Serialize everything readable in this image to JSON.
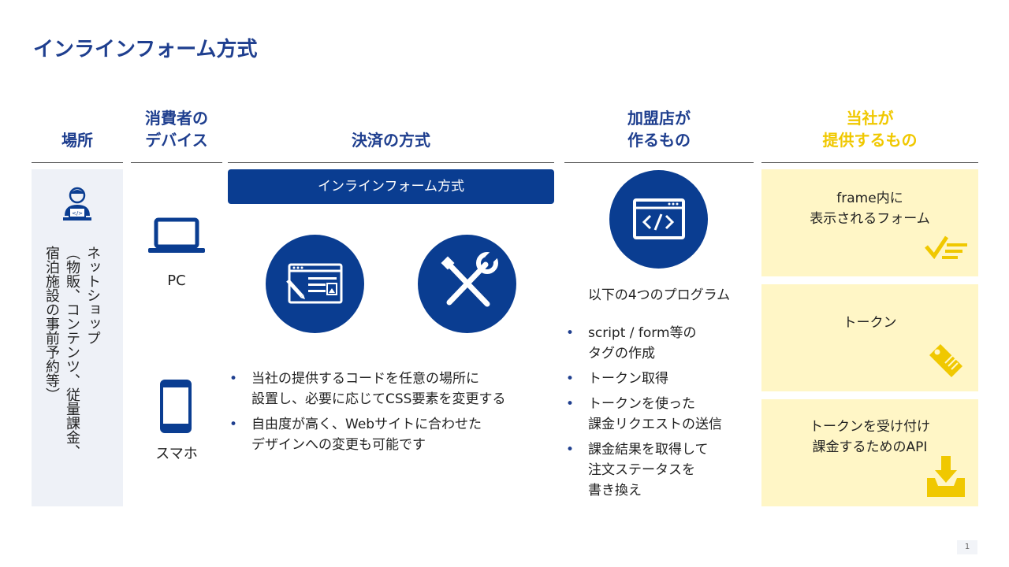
{
  "title": "インラインフォーム方式",
  "headers": {
    "place": "場所",
    "device_line1": "消費者の",
    "device_line2": "デバイス",
    "method": "決済の方式",
    "merchant_line1": "加盟店が",
    "merchant_line2": "作るもの",
    "provider_line1": "当社が",
    "provider_line2": "提供するもの"
  },
  "place": {
    "line1": "ネットショップ",
    "line2": "（物販、コンテンツ、従量課金、",
    "line3": "宿泊施設の事前予約等）"
  },
  "devices": {
    "pc": "PC",
    "smartphone": "スマホ"
  },
  "method": {
    "pill": "インラインフォーム方式",
    "bullets": [
      {
        "line1": "当社の提供するコードを任意の場所に",
        "line2": "設置し、必要に応じてCSS要素を変更する"
      },
      {
        "line1": "自由度が高く、Webサイトに合わせた",
        "line2": "デザインへの変更も可能です"
      }
    ]
  },
  "merchant": {
    "intro": "以下の4つのプログラム",
    "bullets": [
      {
        "line1": "script / form等の",
        "line2": "タグの作成"
      },
      {
        "line1": "トークン取得",
        "line2": ""
      },
      {
        "line1": "トークンを使った",
        "line2": "課金リクエストの送信"
      },
      {
        "line1": "課金結果を取得して",
        "line2": "注文ステータスを",
        "line3": "書き換え"
      }
    ]
  },
  "provider": {
    "box1_line1": "frame内に",
    "box1_line2": "表示されるフォーム",
    "box2": "トークン",
    "box3_line1": "トークンを受け付け",
    "box3_line2": "課金するためのAPI"
  },
  "page_number": "1",
  "colors": {
    "navy": "#0a3d91",
    "yellow": "#f0c800",
    "yellow_bg": "#fff6c6",
    "place_bg": "#eef1f7"
  }
}
